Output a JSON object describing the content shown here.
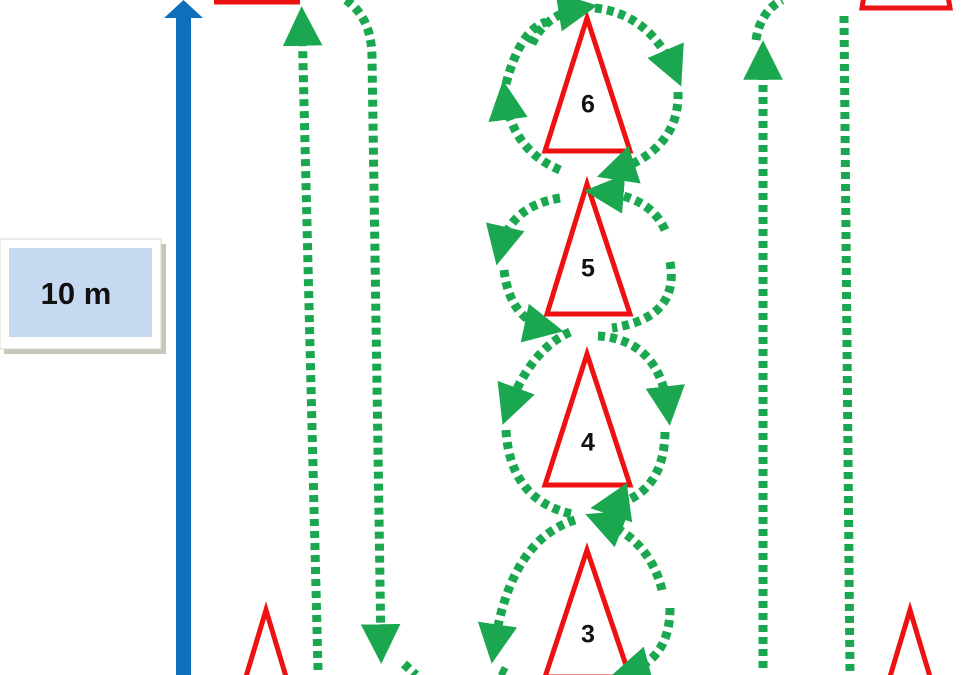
{
  "diagram": {
    "distance_label": "10 m",
    "cones": [
      {
        "label": "3"
      },
      {
        "label": "4"
      },
      {
        "label": "5"
      },
      {
        "label": "6"
      }
    ],
    "colors": {
      "cone_outline": "#ee1111",
      "path": "#1aa74f",
      "distance_arrow": "#0e6fbd",
      "label_box_fill": "#c6d9f1",
      "label_box_shadow": "#c3c8b9"
    }
  }
}
